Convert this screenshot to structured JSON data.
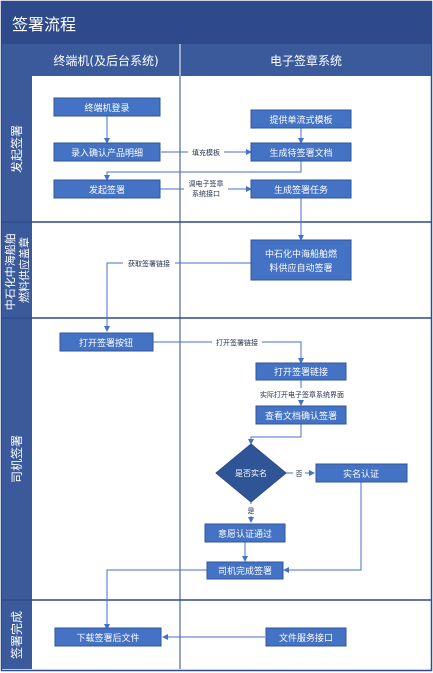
{
  "title": "签署流程",
  "colors": {
    "header_bg": "#2f4a8c",
    "lane_bar_bg": "#3a5a9c",
    "box_bg": "#4472c4",
    "box_border": "#2f5597",
    "line": "#4472c4",
    "divider": "#2f4a8c",
    "text_light": "#ffffff",
    "text_dark": "#1f2d4d"
  },
  "columns": {
    "left": "终端机(及后台系统)",
    "right": "电子签章系统"
  },
  "lanes": {
    "initiate": "发起签署",
    "supply": "中石化中海船舶燃料供应盖章",
    "driver": "司机签署",
    "complete": "签署完成"
  },
  "nodes": {
    "login": "终端机登录",
    "enter_detail": "录入确认产品明细",
    "start_sign": "发起签署",
    "provide_template": "提供单流式模板",
    "gen_pending_doc": "生成待签署文档",
    "gen_sign_task": "生成签署任务",
    "auto_seal_line1": "中石化中海船舶燃",
    "auto_seal_line2": "料供应自动签署",
    "open_sign_button": "打开签署按钮",
    "open_sign_link": "打开签署链接",
    "view_confirm": "查看文档确认签署",
    "is_real_name": "是否实名",
    "real_name_auth": "实名认证",
    "will_auth_passed": "意愿认证通过",
    "driver_completed": "司机完成签署",
    "download_file": "下载签署后文件",
    "file_service": "文件服务接口"
  },
  "edge_labels": {
    "fill_template": "填充模板",
    "call_api_line1": "调电子签章",
    "call_api_line2": "系统接口",
    "get_sign_link": "获取签署链接",
    "open_sign_link": "打开签署链接",
    "actual_open": "实际打开电子签章系统界面",
    "no": "否",
    "yes": "是"
  }
}
